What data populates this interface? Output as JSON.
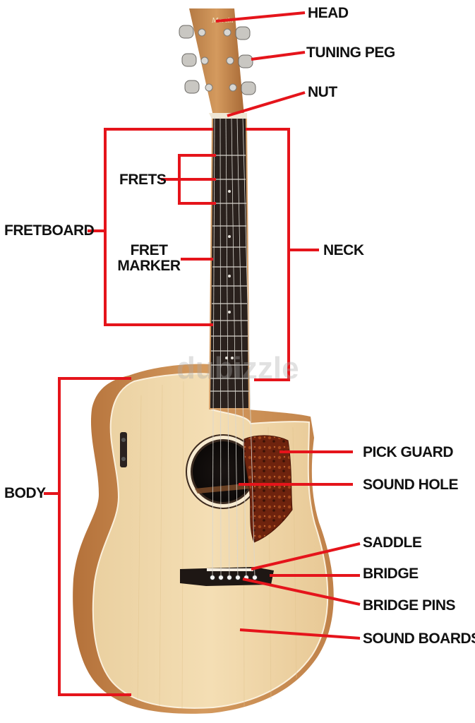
{
  "watermark": "dubizzle",
  "labels": {
    "head": "HEAD",
    "tuning_peg": "TUNING PEG",
    "nut": "NUT",
    "frets": "FRETS",
    "fretboard": "FRETBOARD",
    "fret_marker_line1": "FRET",
    "fret_marker_line2": "MARKER",
    "neck": "NECK",
    "body": "BODY",
    "pick_guard": "PICK GUARD",
    "sound_hole": "SOUND HOLE",
    "saddle": "SADDLE",
    "bridge": "BRIDGE",
    "bridge_pins": "BRIDGE PINS",
    "sound_boards": "SOUND BOARDS"
  },
  "colors": {
    "leader": "#e5141b",
    "label_text": "#111111",
    "spruce_top": "#f0d7a8",
    "koa_wood": "#d39a5c",
    "fretboard": "#2a211d",
    "pickguard": "#7a2a12"
  },
  "icons": [
    "guitar-illustration"
  ]
}
